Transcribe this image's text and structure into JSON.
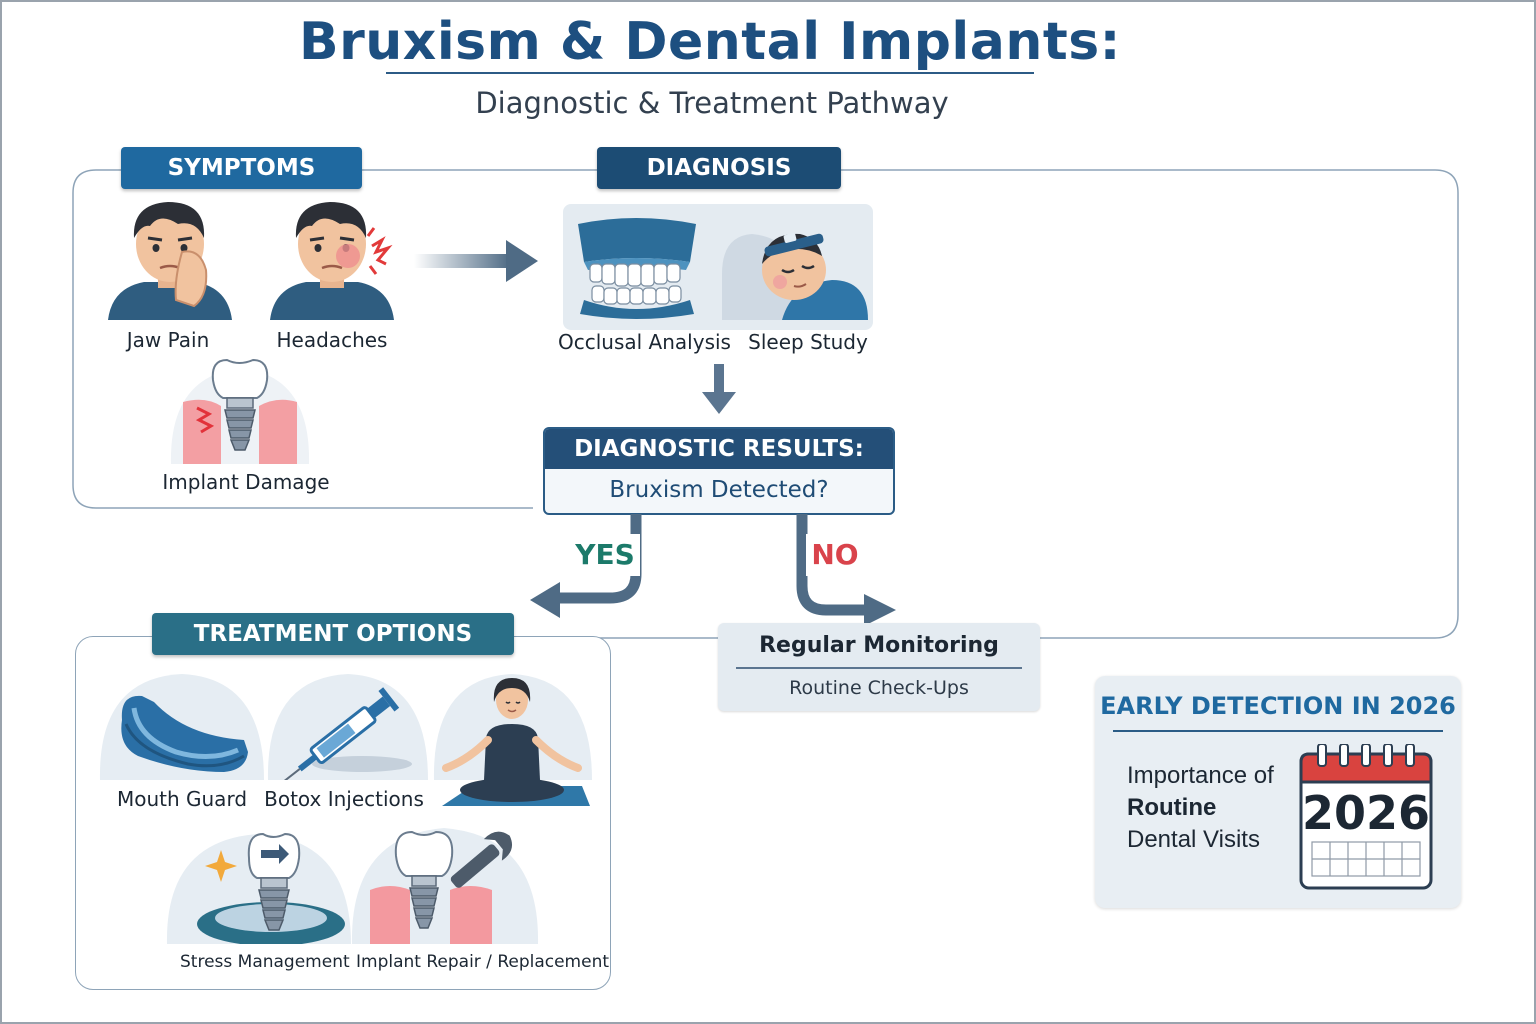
{
  "title": "Bruxism & Dental Implants:",
  "subtitle": "Diagnostic & Treatment Pathway",
  "symptoms": {
    "header": "SYMPTOMS",
    "items": [
      {
        "label": "Jaw Pain",
        "icon": "jaw-pain-person-icon"
      },
      {
        "label": "Headaches",
        "icon": "headache-person-icon"
      },
      {
        "label": "Implant Damage",
        "icon": "damaged-implant-icon"
      }
    ]
  },
  "diagnosis": {
    "header": "DIAGNOSIS",
    "items": [
      {
        "label": "Occlusal Analysis",
        "icon": "teeth-model-icon"
      },
      {
        "label": "Sleep Study",
        "icon": "sleeping-person-icon"
      }
    ]
  },
  "results": {
    "header": "DIAGNOSTIC RESULTS:",
    "question": "Bruxism Detected?"
  },
  "branches": {
    "yes": "YES",
    "no": "NO"
  },
  "treatment": {
    "header": "TREATMENT OPTIONS",
    "items": [
      {
        "label": "Mouth Guard",
        "icon": "mouth-guard-icon"
      },
      {
        "label": "Botox Injections",
        "icon": "syringe-icon"
      },
      {
        "label": "Stress Management",
        "icon": "meditation-icon"
      },
      {
        "label": "Implant Repair / Replacement",
        "icon": "implant-repair-icon"
      }
    ]
  },
  "monitoring": {
    "title": "Regular Monitoring",
    "subtitle": "Routine Check-Ups"
  },
  "early": {
    "header": "EARLY DETECTION IN 2026",
    "line1": "Importance of",
    "line2": "Routine",
    "line3": "Dental Visits",
    "calendar_year": "2026"
  },
  "colors": {
    "primary_dark": "#1f4c75",
    "primary": "#2a6d99",
    "teal_header": "#2a6f87",
    "yes": "#1c7a6a",
    "no": "#d9434b",
    "calendar_red": "#d9433f"
  }
}
